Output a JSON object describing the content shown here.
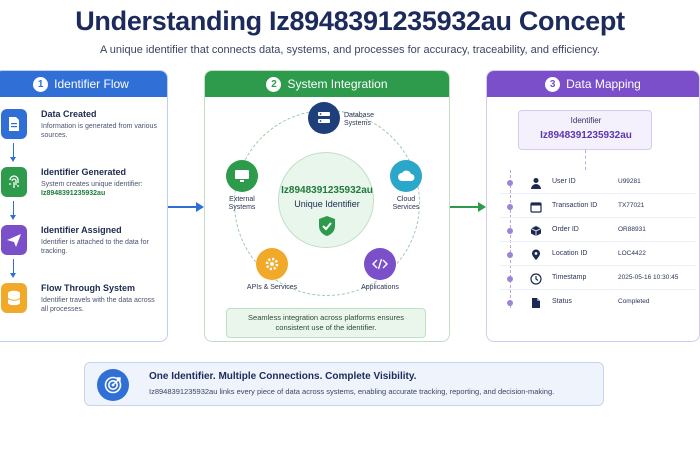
{
  "header": {
    "title": "Understanding Iz8948391235932au Concept",
    "subtitle": "A unique identifier that connects data, systems, and processes for accuracy, traceability, and efficiency."
  },
  "panels": {
    "flow": {
      "number": "1",
      "title": "Identifier Flow",
      "steps": [
        {
          "title": "Data Created",
          "desc": "Information is generated from various sources.",
          "icon": "document-icon",
          "color": "#2f6fd6"
        },
        {
          "title": "Identifier Generated",
          "desc": "System creates unique identifier:",
          "desc_id": "Iz8948391235932au",
          "icon": "fingerprint-icon",
          "color": "#2e9a4b"
        },
        {
          "title": "Identifier Assigned",
          "desc": "Identifier is attached to the data for tracking.",
          "icon": "send-icon",
          "color": "#7a4fc9"
        },
        {
          "title": "Flow Through System",
          "desc": "Identifier travels with the data across all processes.",
          "icon": "database-icon",
          "color": "#f0a928"
        }
      ]
    },
    "integration": {
      "number": "2",
      "title": "System Integration",
      "core_id": "Iz8948391235932au",
      "core_label": "Unique Identifier",
      "nodes": {
        "database": "Database Systems",
        "cloud": "Cloud Services",
        "applications": "Applications",
        "apis": "APIs & Services",
        "external": "External Systems"
      },
      "note": "Seamless integration across platforms ensures consistent use of the identifier."
    },
    "mapping": {
      "number": "3",
      "title": "Data Mapping",
      "id_label": "Identifier",
      "id_value": "Iz8948391235932au",
      "rows": [
        {
          "key": "User ID",
          "value": "U99281",
          "icon": "user-icon"
        },
        {
          "key": "Transaction ID",
          "value": "TX77021",
          "icon": "calendar-icon"
        },
        {
          "key": "Order ID",
          "value": "OR88931",
          "icon": "box-icon"
        },
        {
          "key": "Location ID",
          "value": "LOC4422",
          "icon": "location-pin-icon"
        },
        {
          "key": "Timestamp",
          "value": "2025-05-16 10:30:45",
          "icon": "clock-icon"
        },
        {
          "key": "Status",
          "value": "Completed",
          "icon": "file-icon"
        }
      ]
    }
  },
  "banner": {
    "title": "One Identifier. Multiple Connections. Complete Visibility.",
    "text": "Iz8948391235932au links every piece of data across systems, enabling accurate tracking, reporting, and decision-making."
  },
  "colors": {
    "blue": "#2f6fd6",
    "green": "#2e9a4b",
    "purple": "#7a4fc9",
    "orange": "#f0a928",
    "navy": "#1c2a5c"
  }
}
